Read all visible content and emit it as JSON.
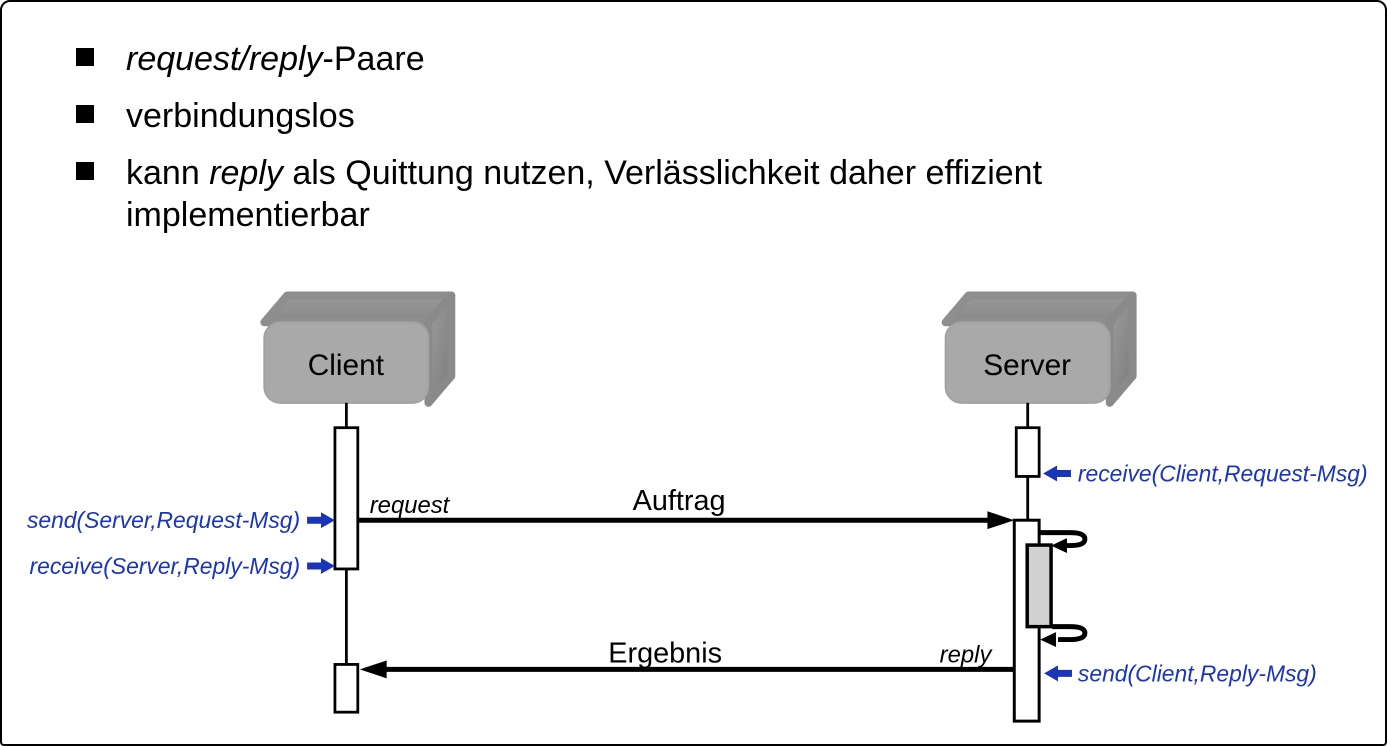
{
  "bullets": [
    {
      "pre": "",
      "italic": "request/reply",
      "post": "-Paare"
    },
    {
      "pre": "verbindungslos",
      "italic": "",
      "post": ""
    },
    {
      "pre": "kann ",
      "italic": "reply",
      "post": " als Quittung nutzen, Verlässlichkeit daher effizient implementierbar"
    }
  ],
  "diagram": {
    "nodes": [
      {
        "label": "Client"
      },
      {
        "label": "Server"
      }
    ],
    "messages": [
      {
        "label": "Auftrag",
        "primitive": "request",
        "direction": "client-to-server"
      },
      {
        "label": "Ergebnis",
        "primitive": "reply",
        "direction": "server-to-client"
      }
    ],
    "annotations": {
      "client_send": "send(Server,Request-Msg)",
      "client_receive": "receive(Server,Reply-Msg)",
      "server_receive": "receive(Client,Request-Msg)",
      "server_send": "send(Client,Reply-Msg)"
    },
    "colors": {
      "annotation_blue": "#1a35b8",
      "node_front_gray": "#a9a9a9",
      "node_top_gray": "#8e8e8e",
      "inner_activation_gray": "#d2d2d2"
    }
  }
}
